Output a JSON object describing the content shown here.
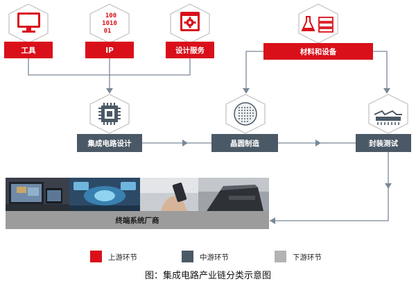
{
  "colors": {
    "upstream": "#d9101a",
    "midstream": "#4b5966",
    "downstream": "#b3b3b3",
    "terminal_bar": "#9c9c9c",
    "connector": "#7a8896"
  },
  "upstream": {
    "tools": {
      "label": "工具",
      "icon": "monitor-icon"
    },
    "ip": {
      "label": "IP",
      "icon": "binary-code-icon",
      "icon_text": [
        "100",
        "1010",
        "01"
      ]
    },
    "design_service": {
      "label": "设计服务",
      "icon": "gear-window-icon"
    },
    "materials_equipment": {
      "label": "材料和设备",
      "icon": "flask-server-icon"
    }
  },
  "midstream": {
    "ic_design": {
      "label": "集成电路设计",
      "icon": "chip-icon"
    },
    "wafer_manufacturing": {
      "label": "晶圆制造",
      "icon": "wafer-icon"
    },
    "packaging_testing": {
      "label": "封装测试",
      "icon": "package-icon"
    }
  },
  "downstream": {
    "terminal_vendors": {
      "label": "终端系统厂商"
    }
  },
  "legend": [
    {
      "key": "upstream",
      "label": "上游环节"
    },
    {
      "key": "midstream",
      "label": "中游环节"
    },
    {
      "key": "downstream",
      "label": "下游环节"
    }
  ],
  "caption": "图：集成电路产业链分类示意图"
}
